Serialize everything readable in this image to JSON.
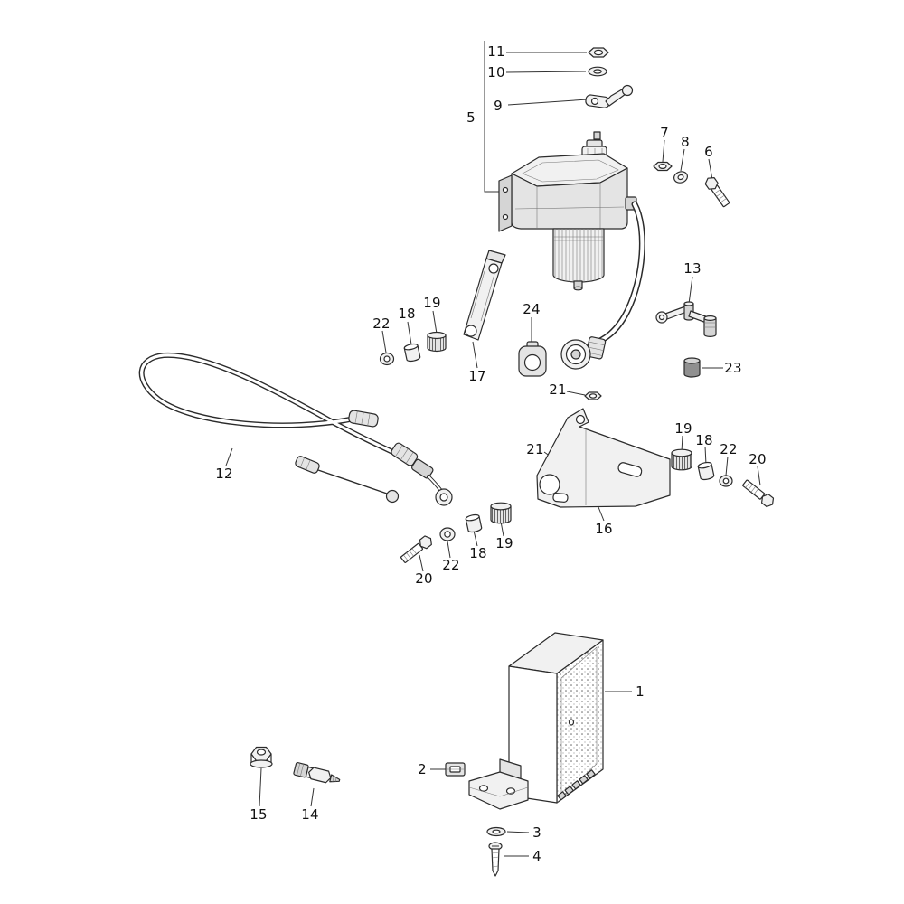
{
  "colors": {
    "background": "#ffffff",
    "line": "#2b2b2b"
  },
  "diagram": {
    "callouts": [
      {
        "text": "11"
      },
      {
        "text": "10"
      },
      {
        "text": "9"
      },
      {
        "text": "5"
      },
      {
        "text": "7"
      },
      {
        "text": "8"
      },
      {
        "text": "6"
      },
      {
        "text": "13"
      },
      {
        "text": "22"
      },
      {
        "text": "18"
      },
      {
        "text": "19"
      },
      {
        "text": "24"
      },
      {
        "text": "17"
      },
      {
        "text": "23"
      },
      {
        "text": "21"
      },
      {
        "text": "12"
      },
      {
        "text": "21"
      },
      {
        "text": "19"
      },
      {
        "text": "18"
      },
      {
        "text": "22"
      },
      {
        "text": "20"
      },
      {
        "text": "16"
      },
      {
        "text": "19"
      },
      {
        "text": "18"
      },
      {
        "text": "22"
      },
      {
        "text": "20"
      },
      {
        "text": "1"
      },
      {
        "text": "2"
      },
      {
        "text": "15"
      },
      {
        "text": "14"
      },
      {
        "text": "3"
      },
      {
        "text": "4"
      }
    ]
  }
}
